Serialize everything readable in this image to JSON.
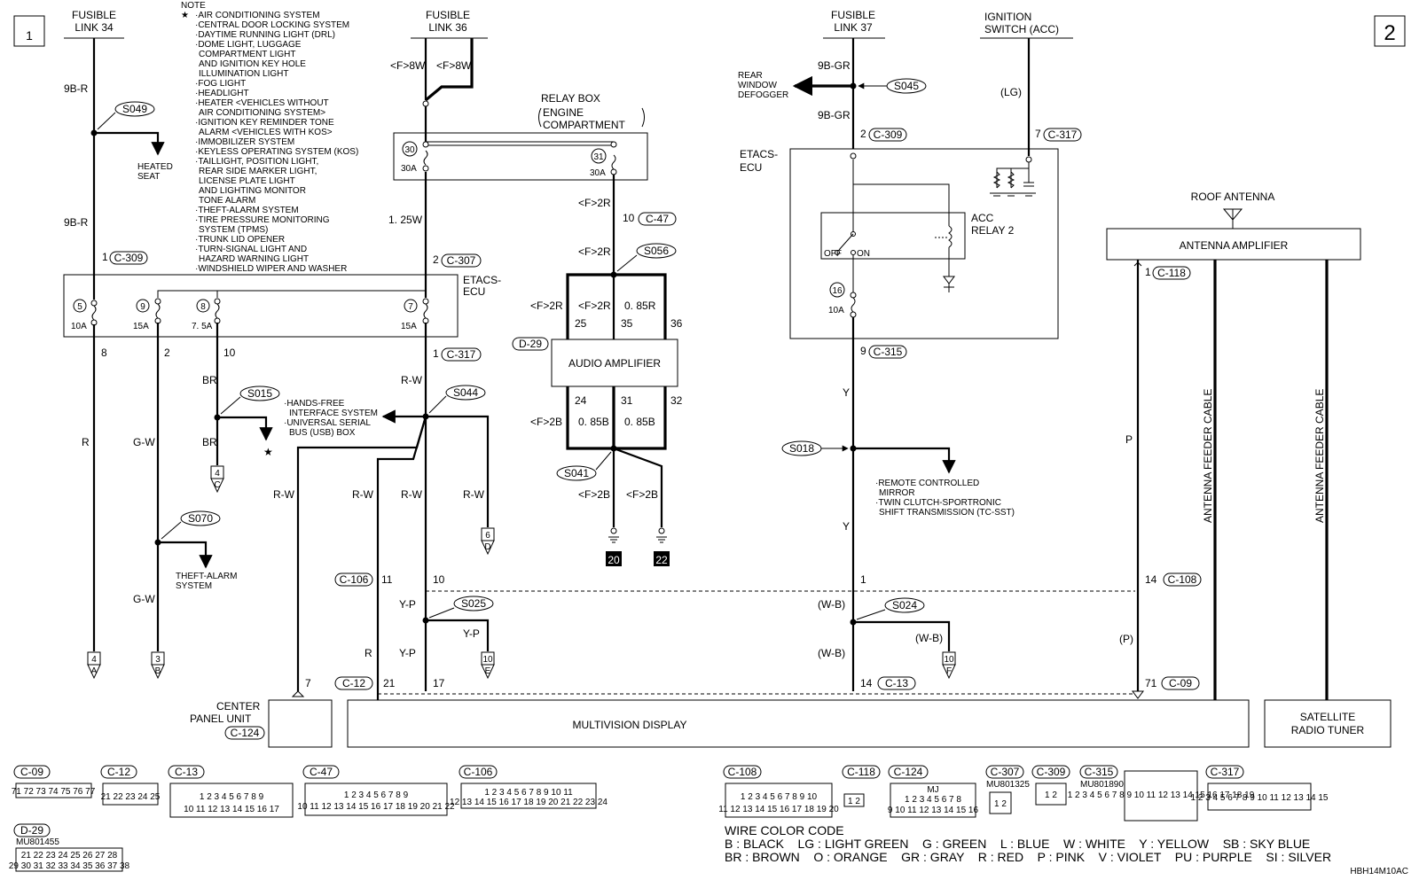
{
  "page": {
    "left_num": "1",
    "right_num": "2",
    "code": "HBH14M10AC"
  },
  "note": {
    "title": "NOTE",
    "star": "★",
    "items": [
      "·AIR CONDITIONING SYSTEM",
      "·CENTRAL DOOR LOCKING SYSTEM",
      "·DAYTIME RUNNING LIGHT (DRL)",
      "·DOME LIGHT, LUGGAGE",
      "COMPARTMENT LIGHT",
      "AND IGNITION KEY HOLE",
      "ILLUMINATION LIGHT",
      "·FOG LIGHT",
      "·HEADLIGHT",
      "·HEATER <VEHICLES WITHOUT",
      "AIR CONDITIONING SYSTEM>",
      "·IGNITION KEY REMINDER TONE",
      "ALARM <VEHICLES WITH KOS>",
      "·IMMOBILIZER SYSTEM",
      "·KEYLESS OPERATING SYSTEM (KOS)",
      "·TAILLIGHT, POSITION LIGHT,",
      "REAR SIDE MARKER LIGHT,",
      "LICENSE PLATE LIGHT",
      "AND LIGHTING MONITOR",
      "TONE ALARM",
      "·THEFT-ALARM SYSTEM",
      "·TIRE PRESSURE MONITORING",
      "SYSTEM (TPMS)",
      "·TRUNK LID OPENER",
      "·TURN-SIGNAL LIGHT AND",
      "HAZARD WARNING LIGHT",
      "·WINDSHIELD WIPER AND WASHER"
    ]
  },
  "fusible_link": "FUSIBLE",
  "link34": "LINK 34",
  "link36": "LINK 36",
  "link37": "LINK 37",
  "ign_1": "IGNITION",
  "ign_2": "SWITCH (ACC)",
  "relay_box_1": "RELAY BOX",
  "relay_box_2": "ENGINE",
  "relay_box_3": "COMPARTMENT",
  "etacs_1": "ETACS-",
  "etacs_2": "ECU",
  "acc_relay_1": "ACC",
  "acc_relay_2": "RELAY 2",
  "off": "OFF",
  "on": "ON",
  "roof_antenna": "ROOF ANTENNA",
  "antenna_amp": "ANTENNA AMPLIFIER",
  "feeder_cable": "ANTENNA FEEDER CABLE",
  "audio_amp": "AUDIO AMPLIFIER",
  "multivision": "MULTIVISION DISPLAY",
  "center_panel_1": "CENTER",
  "center_panel_2": "PANEL UNIT",
  "sat_1": "SATELLITE",
  "sat_2": "RADIO TUNER",
  "heated_1": "HEATED",
  "heated_2": "SEAT",
  "theft_1": "THEFT-ALARM",
  "theft_2": "SYSTEM",
  "rear_1": "REAR",
  "rear_2": "WINDOW",
  "rear_3": "DEFOGGER",
  "hands_1": "·HANDS-FREE",
  "hands_2": "INTERFACE SYSTEM",
  "hands_3": "·UNIVERSAL SERIAL",
  "hands_4": "BUS (USB) BOX",
  "mirror_1": "·REMOTE CONTROLLED",
  "mirror_2": "MIRROR",
  "mirror_3": "·TWIN CLUTCH-SPORTRONIC",
  "mirror_4": "SHIFT TRANSMISSION (TC-SST)",
  "splices": {
    "s049": "S049",
    "s015": "S015",
    "s070": "S070",
    "s044": "S044",
    "s025": "S025",
    "s056": "S056",
    "s041": "S041",
    "s045": "S045",
    "s018": "S018",
    "s024": "S024"
  },
  "conn": {
    "c309": "C-309",
    "c307": "C-307",
    "c317": "C-317",
    "c47": "C-47",
    "d29": "D-29",
    "c315": "C-315",
    "c118": "C-118",
    "c106": "C-106",
    "c108": "C-108",
    "c12": "C-12",
    "c13": "C-13",
    "c09": "C-09",
    "c124": "C-124"
  },
  "wires": {
    "w9br": "9B-R",
    "wr": "R",
    "wgw": "G-W",
    "wbr": "BR",
    "wrw": "R-W",
    "wyp": "Y-P",
    "f8w": "<F>8W",
    "w125": "1. 25W",
    "f2r": "<F>2R",
    "w085r": "0. 85R",
    "f2b": "<F>2B",
    "w085b": "0. 85B",
    "w9bgr": "9B-GR",
    "wlg": "(LG)",
    "wy": "Y",
    "wwb": "(W-B)",
    "wp": "P",
    "wpp": "(P)"
  },
  "fuses": {
    "a10": "10A",
    "a15": "15A",
    "a75": "7. 5A",
    "a30": "30A"
  },
  "pins": {
    "p1": "1",
    "p2": "2",
    "p5": "5",
    "p7": "7",
    "p8": "8",
    "p9": "9",
    "p10": "10",
    "p11": "11",
    "p14": "14",
    "p16": "16",
    "p17": "17",
    "p21": "21",
    "p24": "24",
    "p25": "25",
    "p30": "30",
    "p31": "31",
    "p32": "32",
    "p35": "35",
    "p36": "36",
    "p71": "71"
  },
  "refs": {
    "r4": "4",
    "r3": "3",
    "r6": "6",
    "r10": "10",
    "r20": "20",
    "r22": "22",
    "la": "A",
    "lb": "B",
    "lc": "C",
    "ld": "D",
    "le": "E",
    "lf": "F"
  },
  "part_nos": {
    "d29": "MU801455",
    "c307": "MU801325",
    "c315": "MU801890"
  },
  "connector_views": {
    "c09": "71 72 73 74 75 76 77",
    "c12": "21 22 23 24 25",
    "c13a": "1 2 3 4 5 6 7 8 9",
    "c13b": "10 11 12 13 14 15 16 17",
    "c47a": "1 2 3 4 5 6 7 8 9",
    "c47b": "10 11 12 13 14 15 16 17 18 19 20 21 22",
    "c106a": "1 2 3 4 5 6 7 8 9 10 11",
    "c106b": "12 13 14 15 16 17 18 19 20 21 22 23 24",
    "d29a": "21 22 23 24 25 26 27 28",
    "d29b": "29 30 31 32 33 34 35 36 37 38",
    "c108a": "1 2 3 4 5 6 7 8 9 10",
    "c108b": "11 12 13 14 15 16 17 18 19 20",
    "c118": "1 2",
    "c124": "MJ",
    "c124a": "1 2 3 4 5 6 7 8",
    "c124b": "9 10 11 12 13 14 15 16",
    "c307": "1 2",
    "c309": "1 2",
    "c315": "1 2 3 4 5 6 7 8 9 10 11 12 13 14 15 16 17 18 19",
    "c317": "1 2 3 4 5 6 7 8 9 10 11 12 13 14 15"
  },
  "legend": {
    "title": "WIRE COLOR CODE",
    "row1": "B : BLACK    LG : LIGHT GREEN    G : GREEN    L : BLUE    W : WHITE    Y : YELLOW    SB : SKY BLUE",
    "row2": "BR : BROWN    O : ORANGE    GR : GRAY    R : RED    P : PINK    V : VIOLET    PU : PURPLE    SI : SILVER"
  }
}
